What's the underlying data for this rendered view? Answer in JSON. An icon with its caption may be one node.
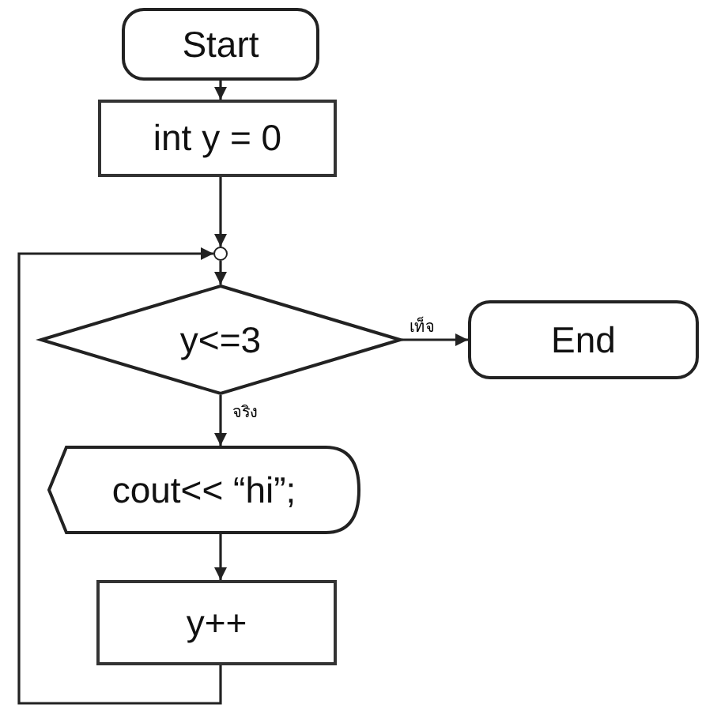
{
  "diagram": {
    "nodes": [
      {
        "text": [
          "Start"
        ]
      },
      {
        "text": [
          "int y = 0"
        ]
      },
      {
        "text": [],
        "shape": "circle"
      },
      {
        "text": [
          "y<=3"
        ]
      },
      {
        "text": [
          "End"
        ]
      },
      {
        "text": [
          "cout<< “hi”;"
        ]
      },
      {
        "text": [
          "y++"
        ]
      }
    ],
    "edges": [
      {
        "from": 0,
        "to": 1,
        "arrow": "to"
      },
      {
        "from": 1,
        "to": 2,
        "arrow": "to"
      },
      {
        "from": 2,
        "to": 3,
        "arrow": "to"
      },
      {
        "from": 3,
        "to": 4,
        "arrow": "to",
        "label": "เท็จ"
      },
      {
        "from": 3,
        "to": 5,
        "arrow": "to",
        "label": "จริง"
      },
      {
        "from": 5,
        "to": 6,
        "arrow": "to"
      },
      {
        "from": 6,
        "to": 2,
        "arrow": "to"
      }
    ]
  }
}
